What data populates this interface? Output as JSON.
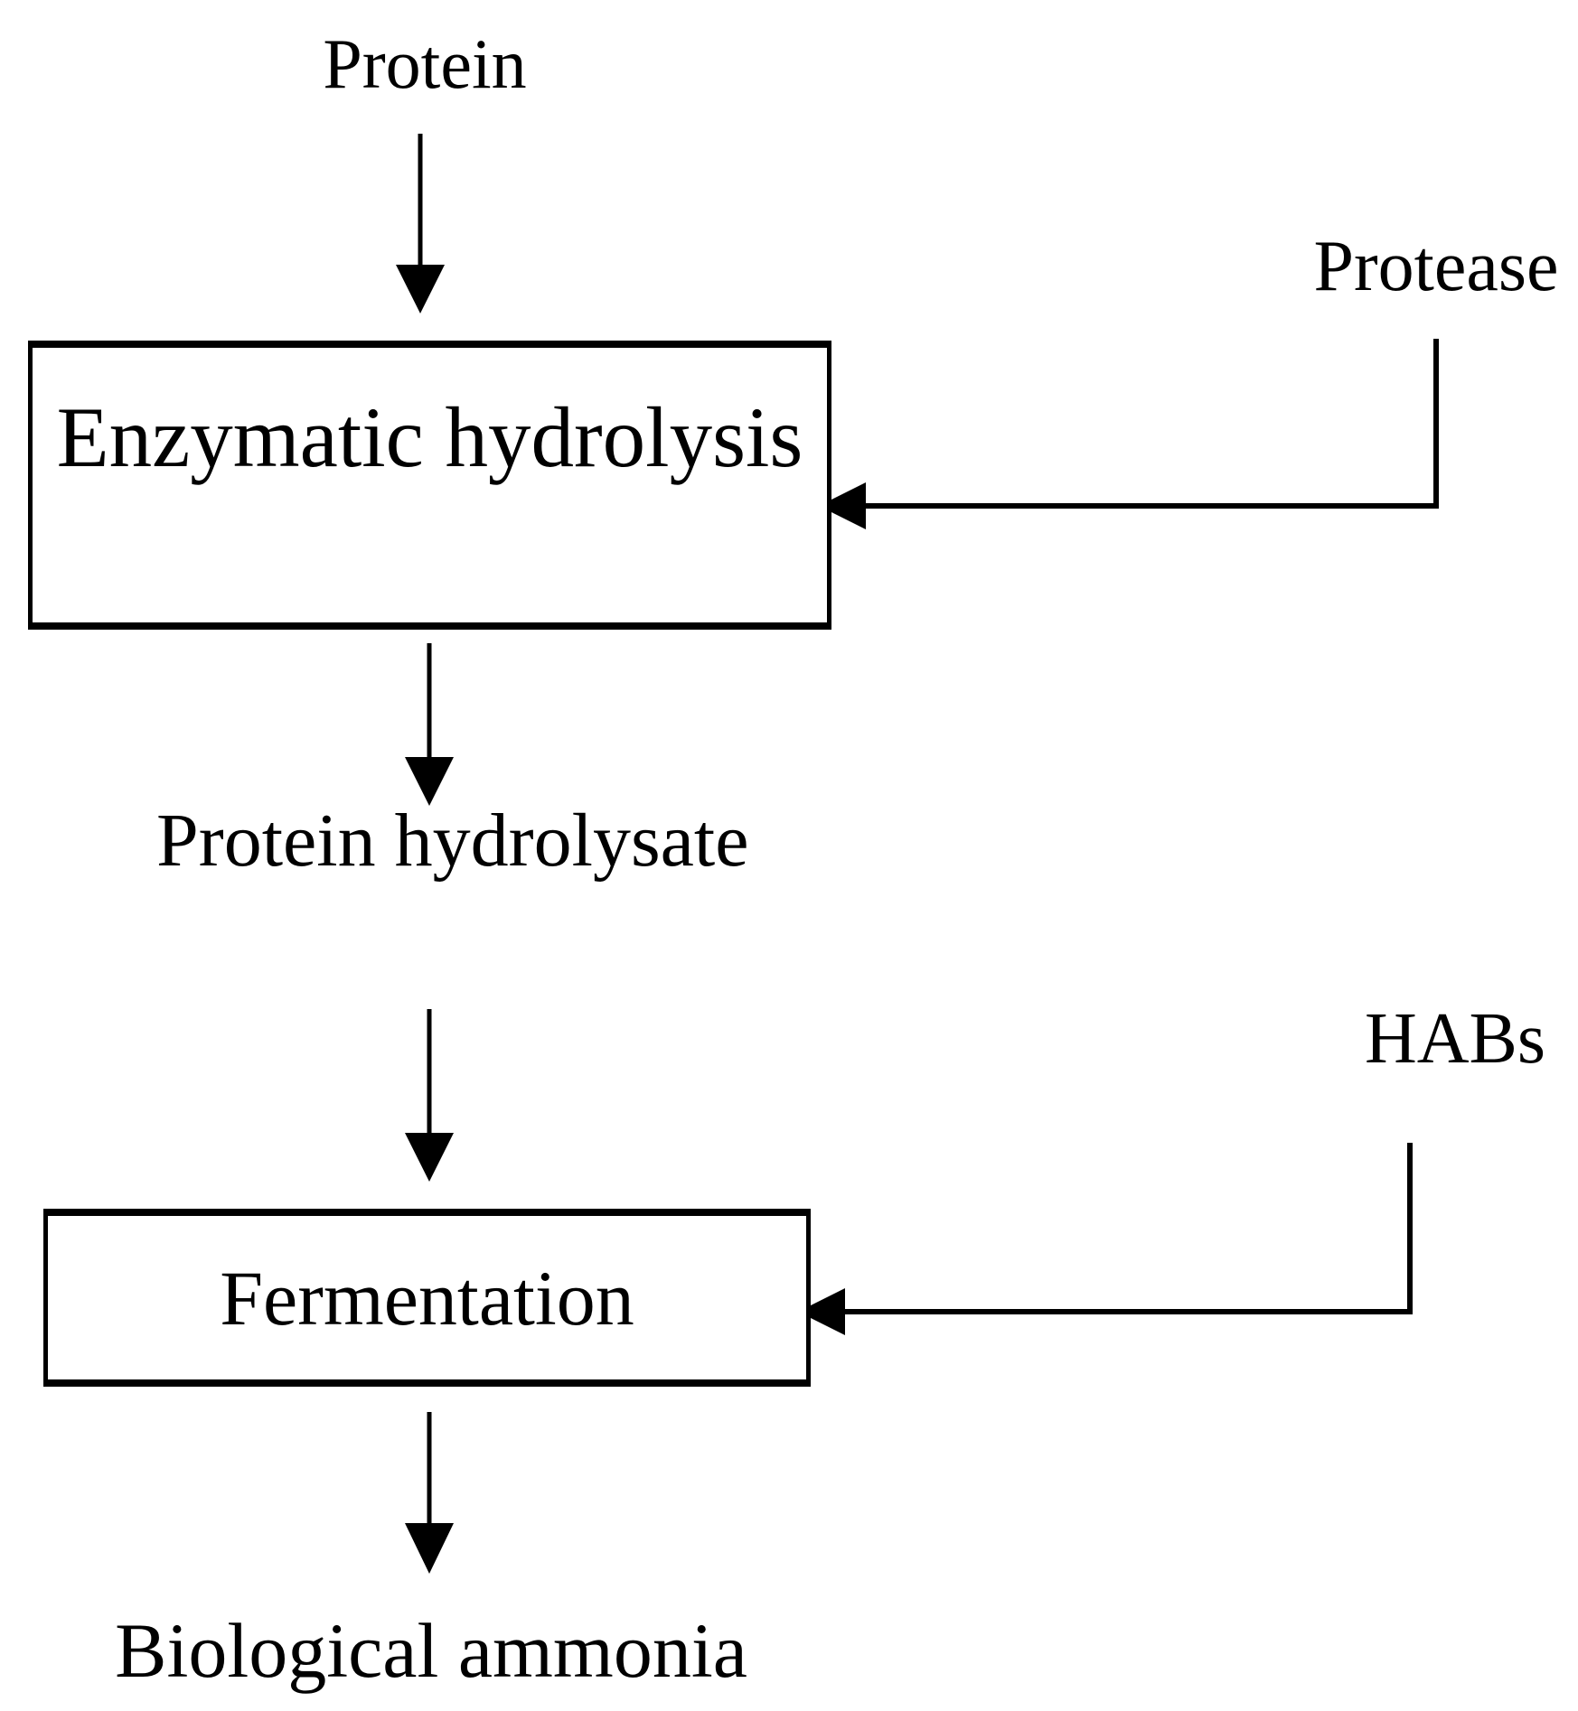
{
  "figure": {
    "type": "flowchart",
    "background": "#ffffff",
    "stroke_color": "#000000",
    "text_color": "#000000",
    "nodes": {
      "protein": "Protein",
      "protease": "Protease",
      "enzymatic_hydrolysis": "Enzymatic hydrolysis",
      "protein_hydrolysate": "Protein hydrolysate",
      "habs": "HABs",
      "fermentation": "Fermentation",
      "biological_ammonia": "Biological ammonia"
    },
    "edges": [
      {
        "from": "Protein",
        "to": "Enzymatic hydrolysis",
        "direction": "down"
      },
      {
        "from": "Protease",
        "to": "Enzymatic hydrolysis",
        "direction": "left"
      },
      {
        "from": "Enzymatic hydrolysis",
        "to": "Protein hydrolysate",
        "direction": "down"
      },
      {
        "from": "Protein hydrolysate",
        "to": "Fermentation",
        "direction": "down"
      },
      {
        "from": "HABs",
        "to": "Fermentation",
        "direction": "left"
      },
      {
        "from": "Fermentation",
        "to": "Biological ammonia",
        "direction": "down"
      }
    ]
  }
}
